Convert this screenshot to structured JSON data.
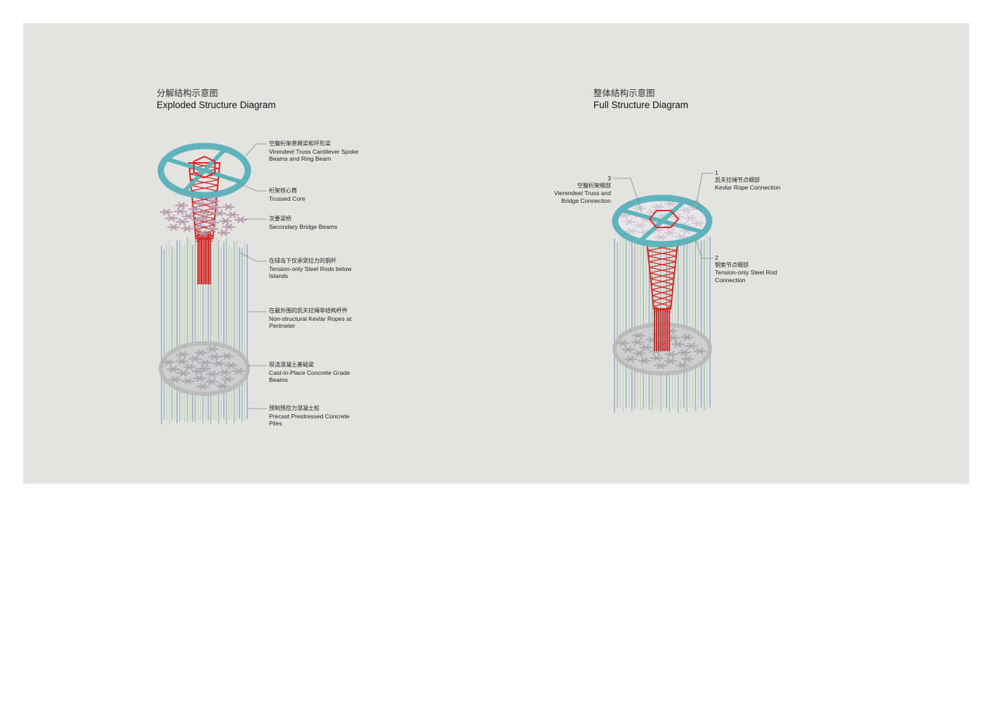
{
  "exploded": {
    "title_zh": "分解结构示意图",
    "title_en": "Exploded Structure Diagram",
    "labels": [
      {
        "zh": "空腹桁架悬臂梁和环形梁",
        "en1": "Virendeel Truss Cantilever Spoke",
        "en2": "Beams and Ring Beam"
      },
      {
        "zh": "桁架核心筒",
        "en1": "Trussed Core",
        "en2": ""
      },
      {
        "zh": "次要梁桥",
        "en1": "Secondary Bridge Beams",
        "en2": ""
      },
      {
        "zh": "在绿岛下仅承受拉力的钢杆",
        "en1": "Tension-only Steel Rods below",
        "en2": "Islands"
      },
      {
        "zh": "在最外围的凯夫拉绳非结构杆件",
        "en1": "Non-structural Kevlar Ropes at",
        "en2": "Perimeter"
      },
      {
        "zh": "现浇混凝土基础梁",
        "en1": "Cast-in-Place Concrete Grade",
        "en2": "Beams"
      },
      {
        "zh": "预制预应力混凝土桩",
        "en1": "Precast Prestressed Concrete",
        "en2": "Piles"
      }
    ]
  },
  "full": {
    "title_zh": "整体结构示意图",
    "title_en": "Full Structure Diagram",
    "callouts": [
      {
        "num": "1",
        "zh": "凯夫拉绳节点细部",
        "en1": "Kevlar Rope Connection",
        "en2": ""
      },
      {
        "num": "2",
        "zh": "钢索节点细部",
        "en1": "Tension-only Steel Rod",
        "en2": "Connection"
      },
      {
        "num": "3",
        "zh": "空腹桁架细部",
        "en1": "Vierendeel Truss and",
        "en2": "Bridge Connection"
      }
    ]
  },
  "colors": {
    "panel": "#e3e3e1",
    "ring": "#5fb4bc",
    "core": "#d42a26",
    "bridge": "#b99bb0",
    "rod_green": "#7cc48a",
    "rope_blue": "#8f95c8",
    "concrete": "#b9b9bb"
  }
}
